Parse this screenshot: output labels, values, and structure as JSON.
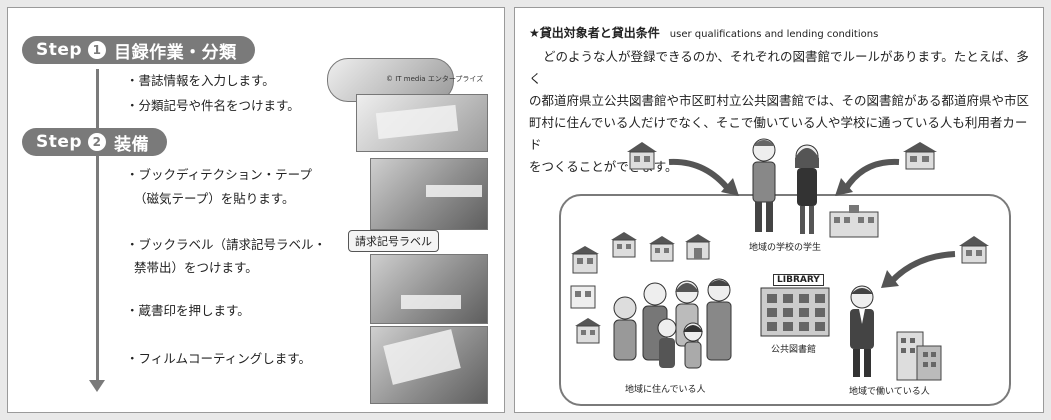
{
  "left_panel": {
    "step1": {
      "label": "Step",
      "number": "1",
      "title": "目録作業・分類"
    },
    "step1_bullets": [
      "・書誌情報を入力します。",
      "・分類記号や件名をつけます。"
    ],
    "photo_credit": "© IT media エンタープライズ",
    "step2": {
      "label": "Step",
      "number": "2",
      "title": "装備"
    },
    "step2_bullets": [
      "・ブックディテクション・テープ",
      "（磁気テープ）を貼ります。",
      "・ブックラベル（請求記号ラベル・",
      "禁帯出）をつけます。",
      "・蔵書印を押します。",
      "・フィルムコーティングします。"
    ],
    "callout": "請求記号ラベル"
  },
  "right_panel": {
    "title": "★貸出対象者と貸出条件",
    "title_en": "user qualifications and lending conditions",
    "body": [
      "どのような人が登録できるのか、それぞれの図書館でルールがあります。たとえば、多く",
      "の都道府県立公共図書館や市区町村立公共図書館では、その図書館がある都道府県や市区",
      "町村に住んでいる人だけでなく、そこで働いている人や学校に通っている人も利用者カード",
      "をつくることができます。"
    ],
    "captions": {
      "students": "地域の学校の学生",
      "library": "公共図書館",
      "residents": "地域に住んでいる人",
      "workers": "地域で働いている人"
    },
    "library_sign": "LIBRARY"
  }
}
